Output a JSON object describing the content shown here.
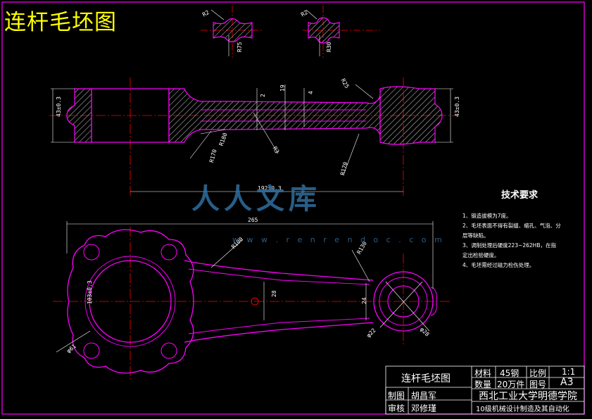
{
  "drawing": {
    "title": "连杆毛坯图",
    "tech_requirements": {
      "heading": "技术要求",
      "items": [
        "1、锻造拔模为7度。",
        "2、毛坯表面不得有裂缝、缩孔、气泡、分层等缺陷。",
        "3、调制处理后硬度223~262HB，在指定出检验硬度。",
        "4、毛坯需经过磁力检伤处理。"
      ]
    },
    "dimensions": {
      "top_left_chamfer": "R2",
      "top_left_r": "R75",
      "top_right_chamfer": "R2",
      "top_right_r": "R30",
      "side_left_height": "43±0.3",
      "side_right_height": "43±0.3",
      "side_web_2": "2",
      "side_web_19": "19",
      "side_web_4": "4",
      "side_r25": "R25",
      "side_r180": "R180",
      "side_r170_left": "R170",
      "side_r170_right": "R170",
      "side_r3": "R3",
      "side_length": "192±0.3",
      "front_length": "265",
      "front_r100": "R100",
      "front_r130": "R130",
      "front_bore_height": "103±0.3",
      "front_width_28": "28",
      "front_width_24": "24",
      "big_end_dia": "φ61",
      "small_end_dia": "φ22",
      "small_end_dia2": "φ28"
    },
    "title_block": {
      "drawing_name": "连杆毛坯图",
      "material_label": "材料",
      "material_value": "45钢",
      "scale_label": "比例",
      "scale_value": "1:1",
      "quantity_label": "数量",
      "quantity_value": "20万件",
      "sheet_label": "图号",
      "sheet_value": "A3",
      "drawn_label": "制图",
      "drawn_name": "胡昌军",
      "checked_label": "审核",
      "checked_name": "邓修瑾",
      "school": "西北工业大学明德学院",
      "class_name": "10级机械设计制造及其自动化"
    },
    "watermark": {
      "text": "人人文库",
      "url": "w w w . r e n r e n d o c . c o m"
    },
    "colors": {
      "background": "#000000",
      "outline": "#ff00ff",
      "center_line": "#ff0000",
      "dimension": "#ffffff",
      "title": "#ffff00",
      "border": "#ff00ff",
      "watermark": "#2f6fa0"
    }
  }
}
